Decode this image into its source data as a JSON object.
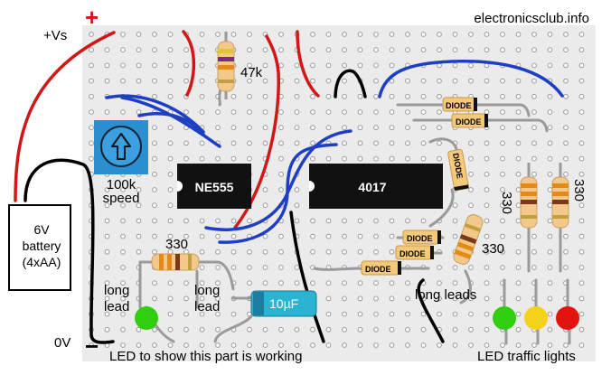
{
  "labels": {
    "site": "electronicsclub.info",
    "plus_sign": "+",
    "minus_sign": "−",
    "vs": "+Vs",
    "zero_v": "0V",
    "battery_line1": "6V",
    "battery_line2": "battery",
    "battery_line3": "(4xAA)",
    "pot_value": "100k",
    "pot_name": "speed",
    "ic1": "NE555",
    "ic2": "4017",
    "r_47k": "47k",
    "r_330_left": "330",
    "r_330_mid": "330",
    "r_330_a": "330",
    "r_330_b": "330",
    "cap": "10µF",
    "diode": "DIODE",
    "long_lead_1a": "long",
    "long_lead_1b": "lead",
    "long_lead_2a": "long",
    "long_lead_2b": "lead",
    "long_leads": "long leads",
    "led_working": "LED to show this part is working",
    "led_traffic": "LED traffic lights"
  },
  "colors": {
    "board": "#ebebeb",
    "hole": "#ffffff",
    "hole_ring": "#9a9a9a",
    "red_wire": "#d01818",
    "blue_wire": "#1e3fc4",
    "black_wire": "#000000",
    "ic_body": "#111111",
    "resistor_body": "#f2c98a",
    "diode_body": "#f4c97a",
    "cap_body": "#2ab4d2",
    "pot_body": "#2a8fcf",
    "led_green": "#2fcf10",
    "led_yellow": "#f5d21a",
    "led_red": "#e3140f"
  },
  "icons": [
    "plus-sign-icon",
    "minus-sign-icon",
    "potentiometer-arrow-icon"
  ]
}
